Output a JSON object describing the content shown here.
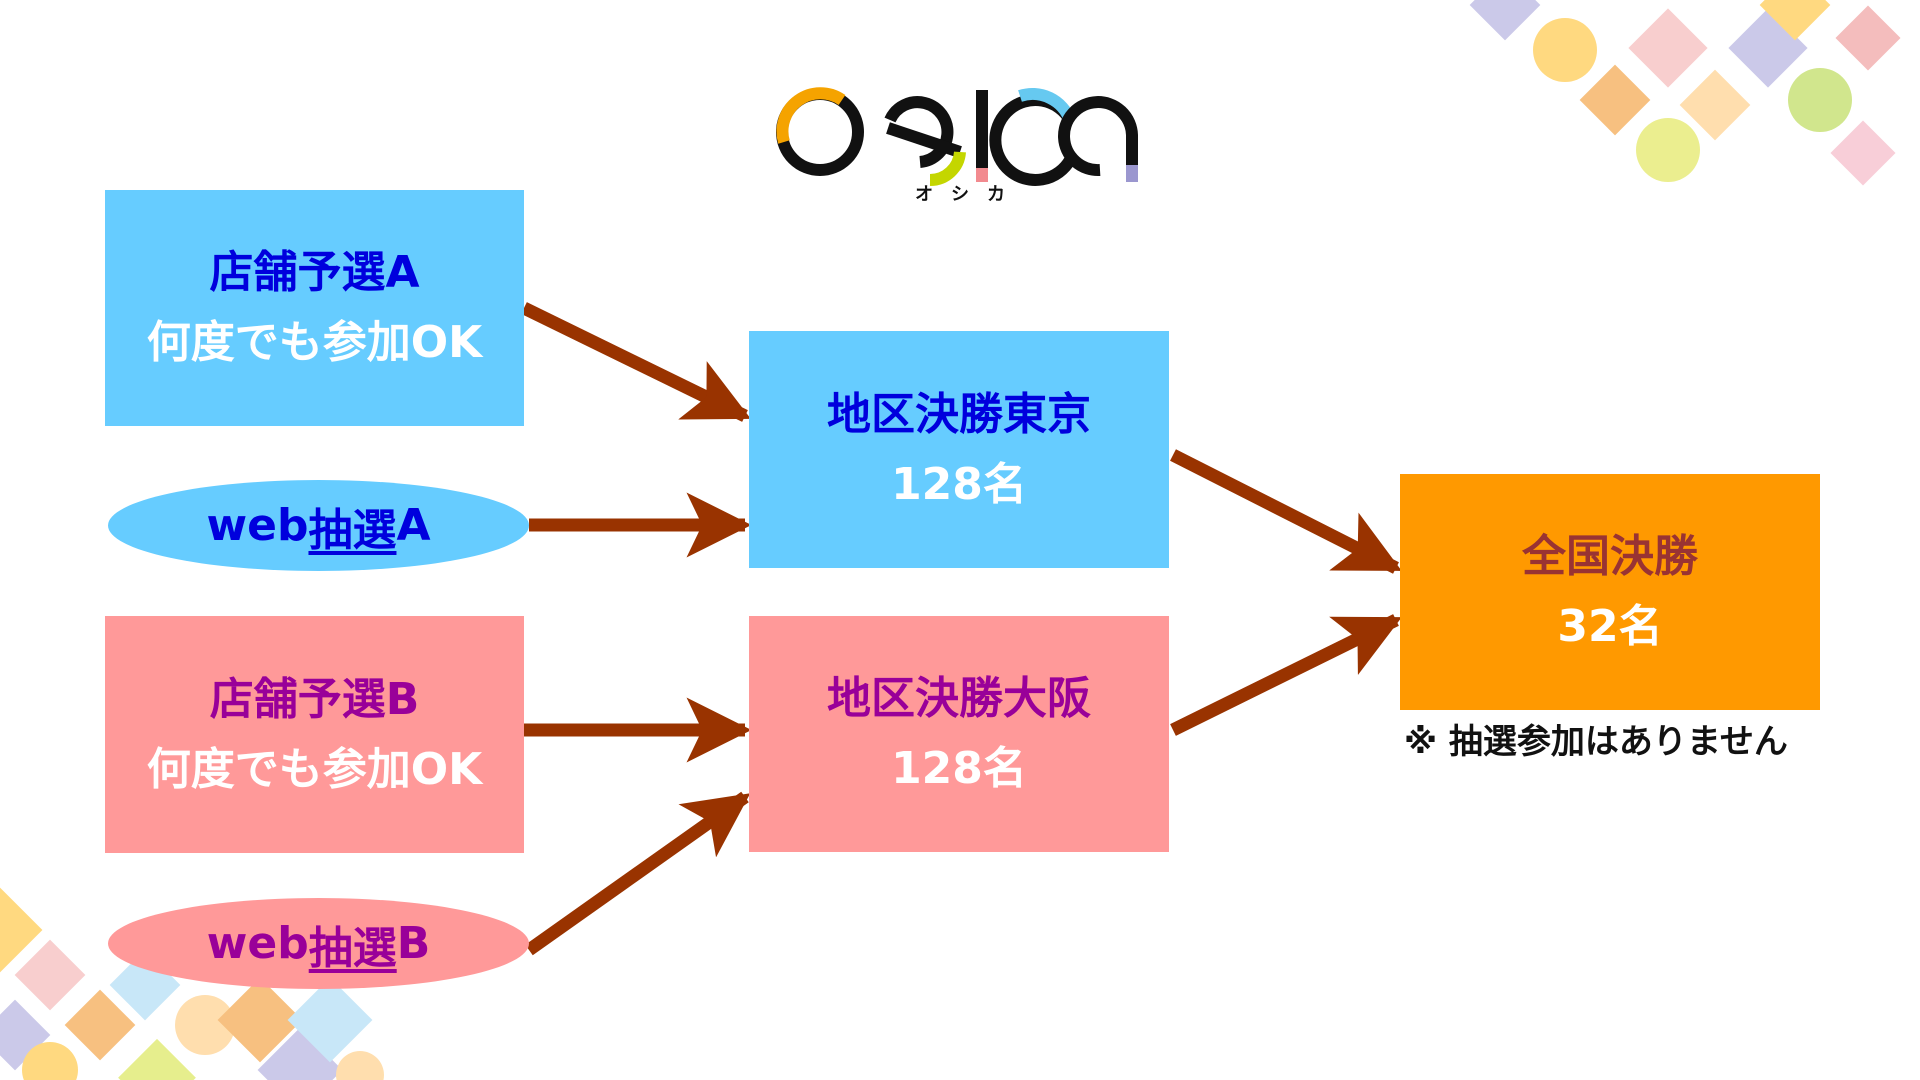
{
  "logo": {
    "text": "OSICA",
    "kana": "オシカ"
  },
  "nodes": {
    "store_a": {
      "title": "店舗予選A",
      "sub": "何度でも参加OK"
    },
    "web_a": {
      "prefix": "web",
      "underlined": "抽選",
      "suffix": "A"
    },
    "store_b": {
      "title": "店舗予選B",
      "sub": "何度でも参加OK"
    },
    "web_b": {
      "prefix": "web",
      "underlined": "抽選",
      "suffix": "B"
    },
    "tokyo": {
      "title": "地区決勝東京",
      "sub": "128名"
    },
    "osaka": {
      "title": "地区決勝大阪",
      "sub": "128名"
    },
    "national": {
      "title": "全国決勝",
      "sub": "32名"
    }
  },
  "note": "※ 抽選参加はありません",
  "colors": {
    "blue": "#66ccff",
    "pink": "#ff9999",
    "orange": "#ff9900",
    "arrow": "#993300",
    "blue_text": "#0000dd",
    "pink_text": "#990099",
    "orange_text": "#993333"
  }
}
